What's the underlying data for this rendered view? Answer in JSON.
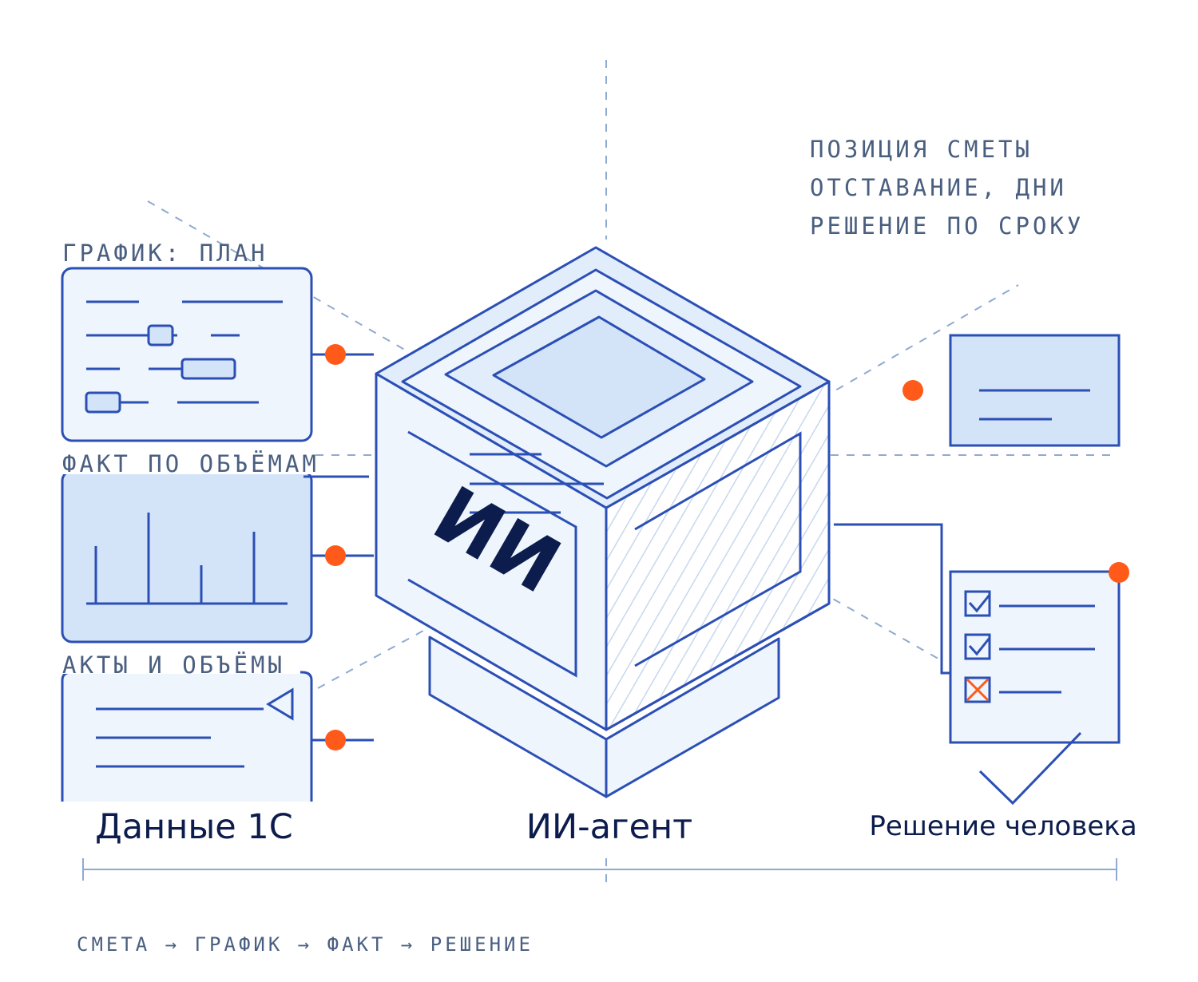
{
  "labels": {
    "schedule_plan": "ГРАФИК: ПЛАН",
    "fact_volumes": "ФАКТ ПО ОБЪЁМАМ",
    "acts_volumes": "АКТЫ И ОБЪЁМЫ",
    "output_1": "ПОЗИЦИЯ СМЕТЫ",
    "output_2": "ОТСТАВАНИЕ, ДНИ",
    "output_3": "РЕШЕНИЕ ПО СРОКУ"
  },
  "cube": {
    "mark": "ИИ"
  },
  "sections": {
    "left": "Данные 1С",
    "center": "ИИ-агент",
    "right": "Решение человека"
  },
  "footer": "СМЕТА → ГРАФИК → ФАКТ → РЕШЕНИЕ",
  "colors": {
    "stroke": "#2b4fb5",
    "accent": "#ff5a1a",
    "fill_light": "#eef5fd",
    "fill_mid": "#d3e3f8",
    "guide": "#8eaad0",
    "text_dark": "#0c1d4d"
  }
}
